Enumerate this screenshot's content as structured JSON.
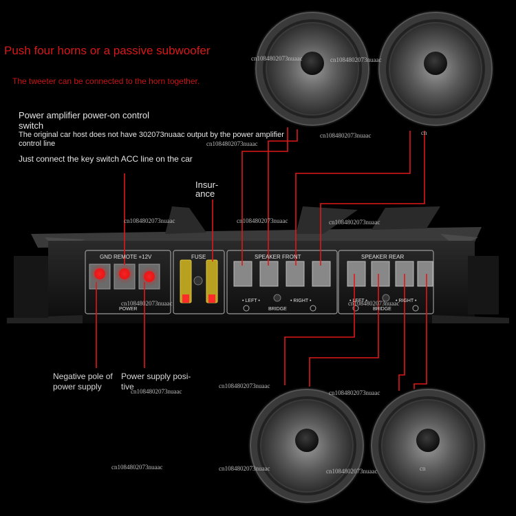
{
  "labels": {
    "headline": "Push four horns or a passive subwoofer",
    "tweeter_note": "The tweeter can be connected to the horn together.",
    "control_switch_title": "Power amplifier power-on control switch",
    "control_switch_note": "The original car host does not have 302073nuaac output by the power amplifier control line",
    "acc_note": "Just connect the key switch ACC line on the car",
    "insurance": "Insur-ance",
    "negative_pole": "Negative pole of power supply",
    "positive_pole": "Power supply posi-tive"
  },
  "amplifier": {
    "power_header": "GND REMOTE +12V",
    "power_footer": "POWER",
    "fuse_header": "FUSE",
    "front_header": "SPEAKER FRONT",
    "front_left": "• LEFT •",
    "front_right": "• RIGHT •",
    "front_bridge": "BRIDGE",
    "rear_header": "SPEAKER REAR",
    "rear_left": "• LEFT •",
    "rear_right": "• RIGHT •",
    "rear_bridge": "BRIDGE"
  },
  "watermarks": {
    "text": "cn1084802073nuaac",
    "short": "cn"
  },
  "colors": {
    "wire": "#e01818",
    "wire_glow": "#ff2a2a",
    "headline": "#d81818"
  }
}
